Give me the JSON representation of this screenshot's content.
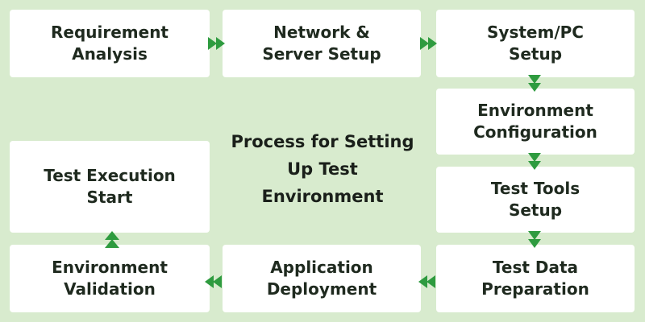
{
  "title": [
    "Process for Setting",
    "Up Test",
    "Environment"
  ],
  "steps": {
    "requirement": [
      "Requirement",
      "Analysis"
    ],
    "network": [
      "Network &",
      "Server Setup"
    ],
    "system": [
      "System/PC",
      "Setup"
    ],
    "env_config": [
      "Environment",
      "Configuration"
    ],
    "tools": [
      "Test Tools",
      "Setup"
    ],
    "test_data": [
      "Test Data",
      "Preparation"
    ],
    "deployment": [
      "Application",
      "Deployment"
    ],
    "validation": [
      "Environment",
      "Validation"
    ],
    "execution": [
      "Test Execution",
      "Start"
    ]
  },
  "colors": {
    "background": "#d8ebce",
    "box": "#ffffff",
    "arrow": "#2e9b3f",
    "text": "#1f2a1f"
  }
}
